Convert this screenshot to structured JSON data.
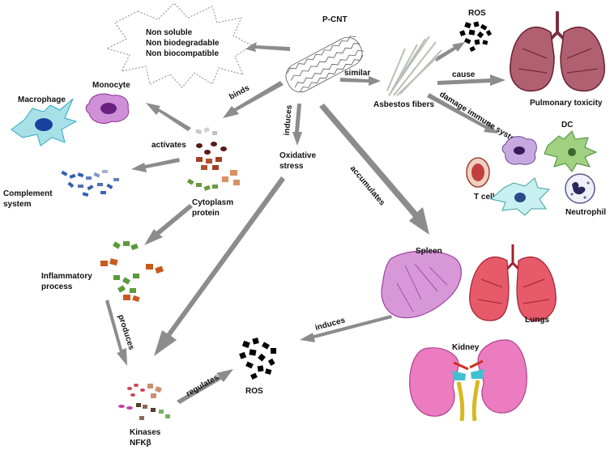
{
  "nodes": {
    "pcnt": "P-CNT",
    "burst_line1": "Non soluble",
    "burst_line2": "Non  biodegradable",
    "burst_line3": "Non biocompatible",
    "ros_top": "ROS",
    "asbestos": "Asbestos fibers",
    "pulmonary": "Pulmonary toxicity",
    "monocyte": "Monocyte",
    "macrophage": "Macrophage",
    "complement_line1": "Complement",
    "complement_line2": "system",
    "cytoplasm_line1": "Cytoplasm",
    "cytoplasm_line2": "protein",
    "oxidative_line1": "Oxidative",
    "oxidative_line2": "stress",
    "dc": "DC",
    "tcell": "T cell",
    "neutrophil": "Neutrophil",
    "inflammatory_line1": "Inflammatory",
    "inflammatory_line2": "process",
    "spleen": "Spleen",
    "lungs": "Lungs",
    "kidney": "Kidney",
    "ros_center": "ROS",
    "kinases_line1": "Kinases",
    "kinases_line2": "NFKβ"
  },
  "edges": {
    "similar": "similar",
    "cause": "cause",
    "damage": "damage immune system",
    "binds": "binds",
    "induces_top": "induces",
    "activates": "activates",
    "accumulates": "accumulates",
    "produces": "produces",
    "induces_organs": "induces",
    "regulates": "regulates"
  },
  "colors": {
    "arrow": "#8c8c8c",
    "lung_pulmonary": "#8a3a4a",
    "lung_red": "#e0304a",
    "spleen": "#c060c0",
    "kidney": "#e070b0",
    "monocyte": "#c040c0",
    "macrophage": "#30a8c0",
    "complement": "#3060b0",
    "inflammatory_orange": "#c85a1e",
    "inflammatory_green": "#5a9a3a",
    "ros": "#000000"
  },
  "icons": [
    "nanotube-icon",
    "asbestos-fibers-icon",
    "ros-particles-icon",
    "lungs-icon",
    "spleen-icon",
    "kidney-icon",
    "monocyte-cell-icon",
    "macrophage-cell-icon",
    "dendritic-cell-icon",
    "t-cell-icon",
    "neutrophil-cell-icon"
  ]
}
